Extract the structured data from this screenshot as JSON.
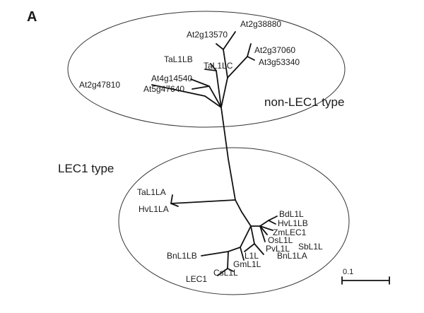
{
  "panel_label": "A",
  "groups": {
    "non_lec1": "non-LEC1 type",
    "lec1": "LEC1 type"
  },
  "scale_bar": {
    "label": "0.1"
  },
  "leaves": {
    "At2g38880": "At2g38880",
    "At2g13570": "At2g13570",
    "At2g37060": "At2g37060",
    "At3g53340": "At3g53340",
    "TaL1LB": "TaL1LB",
    "TaL1LC": "TaL1LC",
    "At4g14540": "At4g14540",
    "At2g47810": "At2g47810",
    "At5g47640": "At5g47640",
    "TaL1LA": "TaL1LA",
    "HvL1LA": "HvL1LA",
    "BdL1L": "BdL1L",
    "HvL1LB": "HvL1LB",
    "ZmLEC1": "ZmLEC1",
    "OsL1L": "OsL1L",
    "PvL1L": "PvL1L",
    "SbL1L": "SbL1L",
    "L1L": "L1L",
    "BnL1LA": "BnL1LA",
    "GmL1L": "GmL1L",
    "BnL1LB": "BnL1LB",
    "CsL1L": "CsL1L",
    "LEC1": "LEC1"
  }
}
